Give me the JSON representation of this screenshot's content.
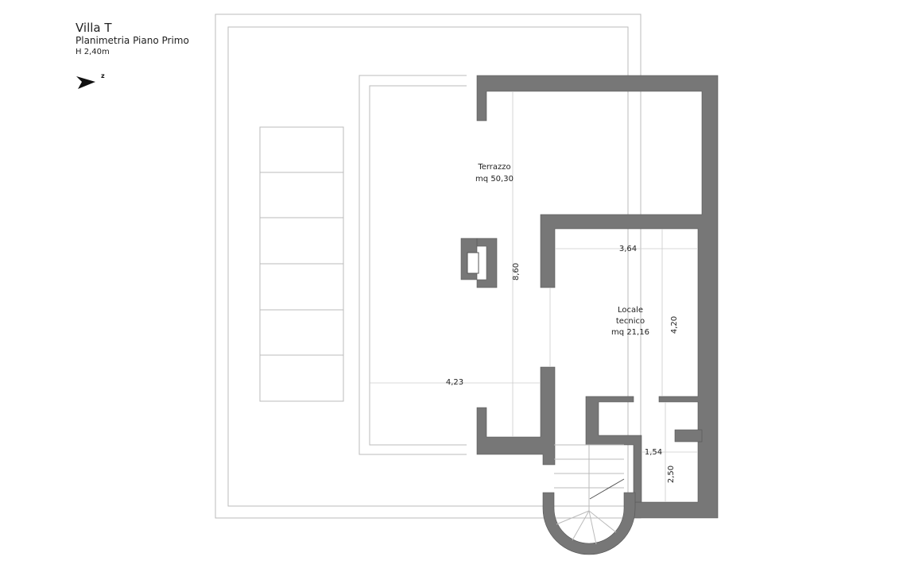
{
  "header": {
    "title": "Villa T",
    "subtitle": "Planimetria Piano Primo",
    "height": "H 2,40m",
    "north_label": "z"
  },
  "rooms": [
    {
      "name": "Terrazzo",
      "area": "mq 50,30"
    },
    {
      "name_line1": "Locale",
      "name_line2": "tecnico",
      "area": "mq 21,16"
    }
  ],
  "dimensions": {
    "terrazzo_depth": "8,60",
    "terrazzo_width": "4,23",
    "locale_width": "3,64",
    "locale_depth": "4,20",
    "small_width": "1,54",
    "small_depth": "2,50"
  },
  "colors": {
    "wall": "#777777",
    "lines": "#bbbbbb"
  }
}
